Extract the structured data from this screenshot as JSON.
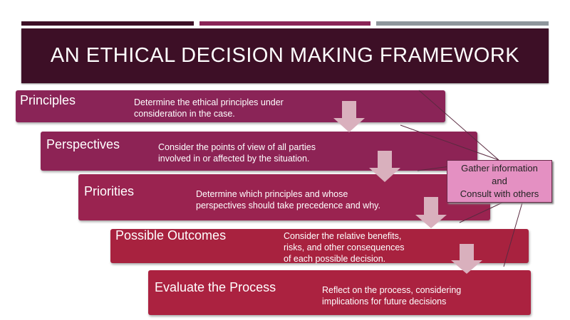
{
  "title": "AN ETHICAL DECISION MAKING FRAMEWORK",
  "colors": {
    "dark": "#3d0f26",
    "magenta": "#8a2457",
    "gray": "#8f969c",
    "arrow": "#d9b0bd",
    "callout": "#e490c2"
  },
  "steps": [
    {
      "title": "Principles",
      "desc": [
        "Determine the ethical principles under",
        "consideration in the case."
      ]
    },
    {
      "title": "Perspectives",
      "desc": [
        "Consider the points of view of all parties",
        "involved in or affected by the situation."
      ]
    },
    {
      "title": "Priorities",
      "desc": [
        "Determine which principles and whose",
        "perspectives should take precedence and why."
      ]
    },
    {
      "title": "Possible Outcomes",
      "desc": [
        "Consider the relative benefits,",
        "risks, and other consequences",
        "of each possible decision."
      ]
    },
    {
      "title": "Evaluate the Process",
      "desc": [
        "Reflect on the process, considering",
        "implications for future decisions"
      ]
    }
  ],
  "callout": [
    "Gather information",
    "and",
    "Consult with others"
  ]
}
